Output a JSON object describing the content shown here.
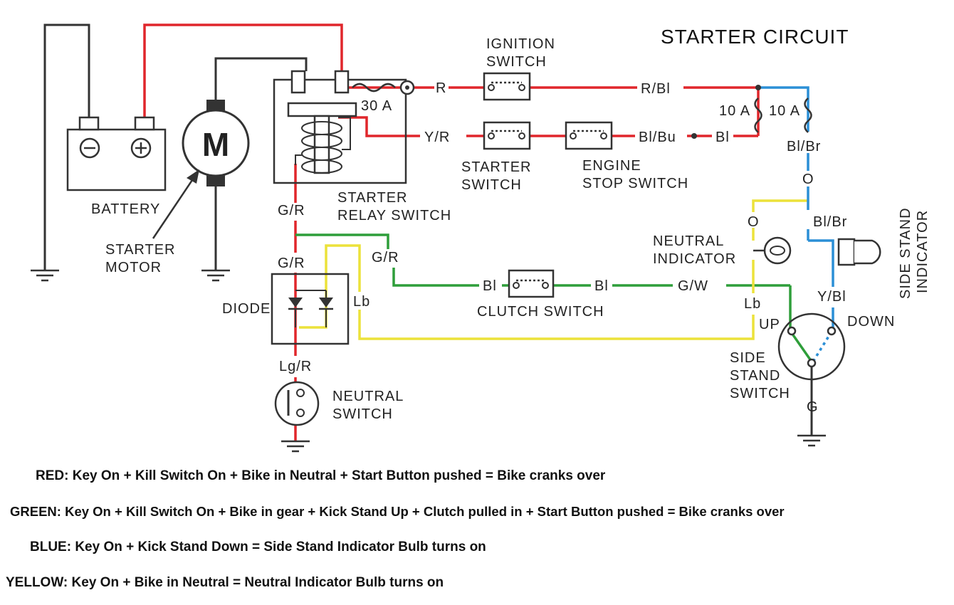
{
  "title": "STARTER CIRCUIT",
  "components": {
    "battery": "BATTERY",
    "battery_neg": "⊖",
    "battery_pos": "⊕",
    "motor_symbol": "M",
    "starter_motor_line1": "STARTER",
    "starter_motor_line2": "MOTOR",
    "starter_relay_line1": "STARTER",
    "starter_relay_line2": "RELAY SWITCH",
    "fuse_main": "30 A",
    "ignition_line1": "IGNITION",
    "ignition_line2": "SWITCH",
    "starter_switch_line1": "STARTER",
    "starter_switch_line2": "SWITCH",
    "engine_stop_line1": "ENGINE",
    "engine_stop_line2": "STOP SWITCH",
    "fuse_a": "10 A",
    "fuse_b": "10 A",
    "diode": "DIODE",
    "neutral_switch_line1": "NEUTRAL",
    "neutral_switch_line2": "SWITCH",
    "neutral_indicator_line1": "NEUTRAL",
    "neutral_indicator_line2": "INDICATOR",
    "clutch_switch": "CLUTCH SWITCH",
    "side_stand_indicator_line1": "SIDE STAND",
    "side_stand_indicator_line2": "INDICATOR",
    "side_stand_switch_line1": "SIDE",
    "side_stand_switch_line2": "STAND",
    "side_stand_switch_line3": "SWITCH",
    "up": "UP",
    "down": "DOWN"
  },
  "wire_labels": {
    "r": "R",
    "r_bl": "R/Bl",
    "y_r": "Y/R",
    "bl_bu": "Bl/Bu",
    "bl_end": "Bl",
    "bl_br_1": "Bl/Br",
    "bl_br_2": "Bl/Br",
    "o_1": "O",
    "o_2": "O",
    "g_r_1": "G/R",
    "g_r_2": "G/R",
    "g_r_3": "G/R",
    "lb_1": "Lb",
    "lb_2": "Lb",
    "bl_clutch_in": "Bl",
    "bl_clutch_out": "Bl",
    "g_w": "G/W",
    "y_bl": "Y/Bl",
    "lg_r": "Lg/R",
    "g": "G"
  },
  "wire_colors": {
    "red": "#e0262b",
    "green": "#2e9e3a",
    "blue": "#2b8fd6",
    "yellow": "#ece23a",
    "black": "#333333"
  },
  "legend": {
    "red": "RED: Key On + Kill Switch On + Bike in Neutral + Start Button pushed = Bike cranks over",
    "green": "GREEN: Key On + Kill Switch On + Bike in gear + Kick Stand Up + Clutch pulled in + Start Button pushed = Bike cranks over",
    "blue": "BLUE: Key On + Kick Stand Down = Side Stand Indicator Bulb turns on",
    "yellow": "YELLOW: Key On + Bike in Neutral = Neutral Indicator Bulb turns on"
  }
}
